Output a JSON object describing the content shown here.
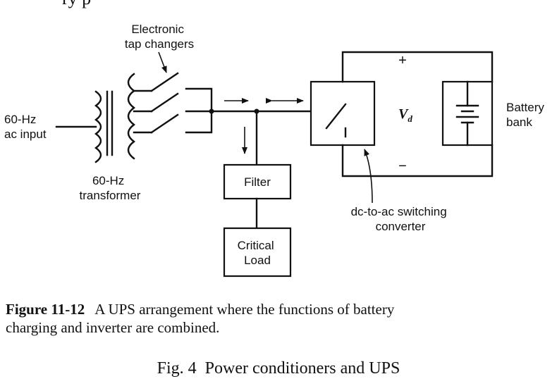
{
  "page": {
    "top_fragment": "ry p"
  },
  "diagram": {
    "tap_changers_label": [
      "Electronic",
      "tap changers"
    ],
    "input_label": [
      "60-Hz",
      "ac input"
    ],
    "transformer_label": [
      "60-Hz",
      "transformer"
    ],
    "filter_label": "Filter",
    "load_label": [
      "Critical",
      "Load"
    ],
    "converter_label": [
      "dc-to-ac switching",
      "converter"
    ],
    "vd_label": "V",
    "vd_subscript": "d",
    "plus_label": "+",
    "minus_label": "−",
    "battery_label": [
      "Battery",
      "bank"
    ]
  },
  "caption": {
    "figure_number": "Figure 11-12",
    "text_line1": "A UPS arrangement where the functions of battery",
    "text_line2": "charging and inverter are combined."
  },
  "footer": {
    "text": "Fig. 4  Power conditioners and UPS"
  }
}
